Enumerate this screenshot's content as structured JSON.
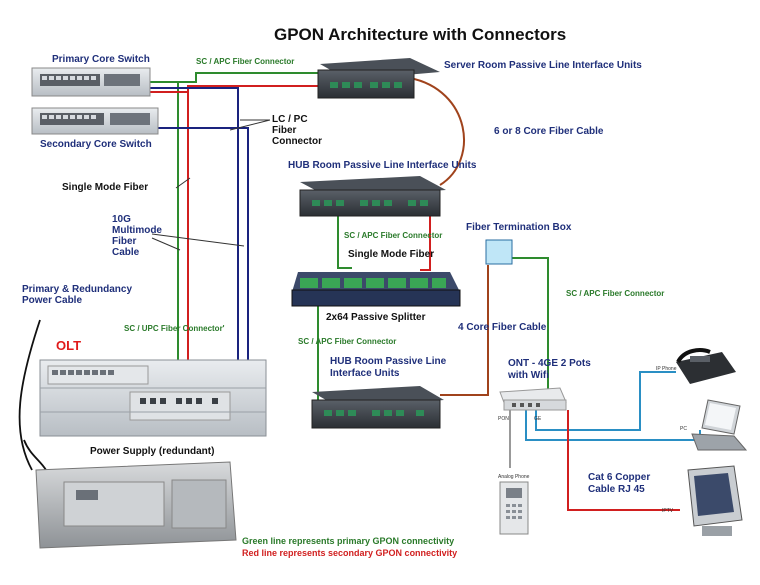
{
  "title": "GPON Architecture  with Connectors",
  "devices": {
    "primary_core_switch": "Primary Core Switch",
    "secondary_core_switch": "Secondary Core Switch",
    "server_room_pliu": "Server Room Passive Line Interface Units",
    "hub_room_pliu_top": "HUB  Room Passive Line Interface Units",
    "splitter": "2x64 Passive Splitter",
    "hub_room_pliu_bottom": "HUB Room Passive Line Interface Units",
    "fiber_termination_box": "Fiber Termination Box",
    "olt": "OLT",
    "power_supply": "Power Supply (redundant)",
    "ont": "ONT  - 4GE  2 Pots with Wifi",
    "ip_phone": "IP Phone",
    "pc": "PC",
    "iptv": "IPTV",
    "analog_phone": "Analog Phone",
    "ont_port_left": "PON",
    "ont_port_right": "GE"
  },
  "labels": {
    "sc_apc_top": "SC / APC Fiber Connector",
    "lc_pc": "LC / PC Fiber Connector",
    "six_eight_core": "6 or 8 Core Fiber Cable",
    "single_mode_fiber_left": "Single Mode Fiber",
    "ten_g_multimode": "10G Multimode Fiber Cable",
    "sc_apc_mid": "SC / APC Fiber Connector",
    "single_mode_fiber_mid": "Single Mode Fiber",
    "power_cable": "Primary & Redundancy Power Cable",
    "sc_upc": "SC / UPC Fiber Connector'",
    "sc_apc_right": "SC / APC Fiber Connector",
    "four_core": "4 Core Fiber Cable",
    "sc_apc_low": "SC / APC Fiber Connector",
    "cat6": "Cat 6 Copper Cable RJ 45"
  },
  "legend": {
    "green": "Green line represents primary GPON  connectivity",
    "red": "Red line represents secondary GPON  connectivity"
  },
  "colors": {
    "green": "#2e8b2e",
    "red": "#d11f1f",
    "navy": "#1a237e",
    "brown": "#a0431c",
    "blue_cable": "#2a8fc4",
    "label_blue": "#1f2f7a"
  }
}
